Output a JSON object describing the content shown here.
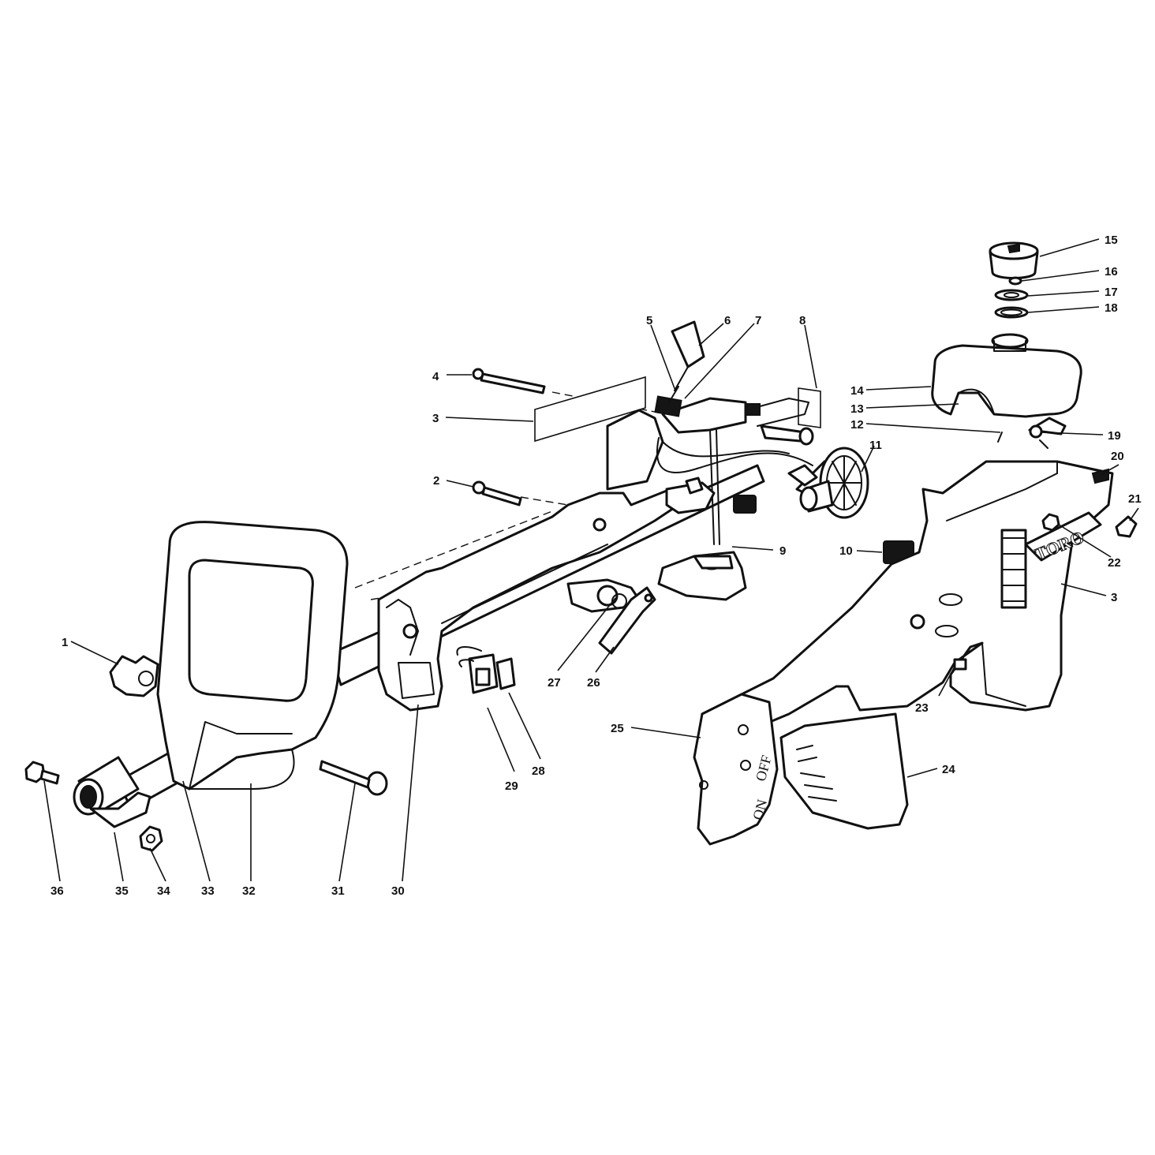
{
  "diagram": {
    "brand_text": "TORO",
    "switch_off": "OFF",
    "switch_on": "ON",
    "callouts": [
      {
        "id": "c1",
        "text": "1"
      },
      {
        "id": "c2",
        "text": "2"
      },
      {
        "id": "c3a",
        "text": "3"
      },
      {
        "id": "c3b",
        "text": "3"
      },
      {
        "id": "c4",
        "text": "4"
      },
      {
        "id": "c5",
        "text": "5"
      },
      {
        "id": "c6",
        "text": "6"
      },
      {
        "id": "c7",
        "text": "7"
      },
      {
        "id": "c8",
        "text": "8"
      },
      {
        "id": "c9",
        "text": "9"
      },
      {
        "id": "c10",
        "text": "10"
      },
      {
        "id": "c11",
        "text": "11"
      },
      {
        "id": "c12",
        "text": "12"
      },
      {
        "id": "c13",
        "text": "13"
      },
      {
        "id": "c14",
        "text": "14"
      },
      {
        "id": "c15",
        "text": "15"
      },
      {
        "id": "c16",
        "text": "16"
      },
      {
        "id": "c17",
        "text": "17"
      },
      {
        "id": "c18",
        "text": "18"
      },
      {
        "id": "c19",
        "text": "19"
      },
      {
        "id": "c20",
        "text": "20"
      },
      {
        "id": "c21",
        "text": "21"
      },
      {
        "id": "c22",
        "text": "22"
      },
      {
        "id": "c23",
        "text": "23"
      },
      {
        "id": "c24",
        "text": "24"
      },
      {
        "id": "c25",
        "text": "25"
      },
      {
        "id": "c26",
        "text": "26"
      },
      {
        "id": "c27",
        "text": "27"
      },
      {
        "id": "c28",
        "text": "28"
      },
      {
        "id": "c29",
        "text": "29"
      },
      {
        "id": "c30",
        "text": "30"
      },
      {
        "id": "c31",
        "text": "31"
      },
      {
        "id": "c32",
        "text": "32"
      },
      {
        "id": "c33",
        "text": "33"
      },
      {
        "id": "c34",
        "text": "34"
      },
      {
        "id": "c35",
        "text": "35"
      },
      {
        "id": "c36",
        "text": "36"
      }
    ]
  }
}
